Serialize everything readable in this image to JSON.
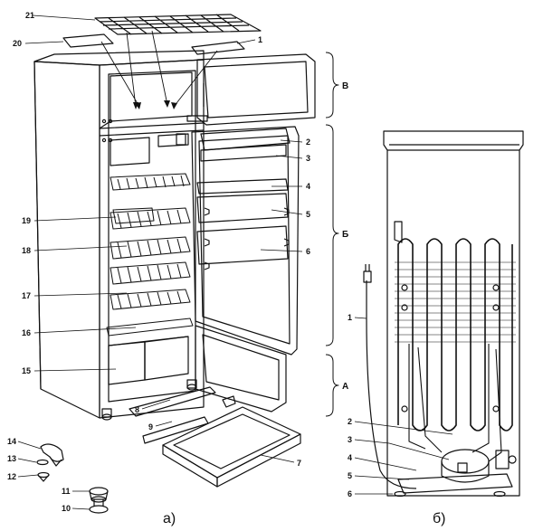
{
  "left_figure": {
    "caption": "а)",
    "callouts": [
      "21",
      "20",
      "1",
      "2",
      "3",
      "4",
      "5",
      "6",
      "19",
      "18",
      "17",
      "16",
      "15",
      "8",
      "9",
      "7",
      "14",
      "13",
      "12",
      "11",
      "10"
    ],
    "sections": [
      "В",
      "Б",
      "А"
    ]
  },
  "right_figure": {
    "caption": "б)",
    "callouts": [
      "1",
      "2",
      "3",
      "4",
      "5",
      "6"
    ]
  }
}
